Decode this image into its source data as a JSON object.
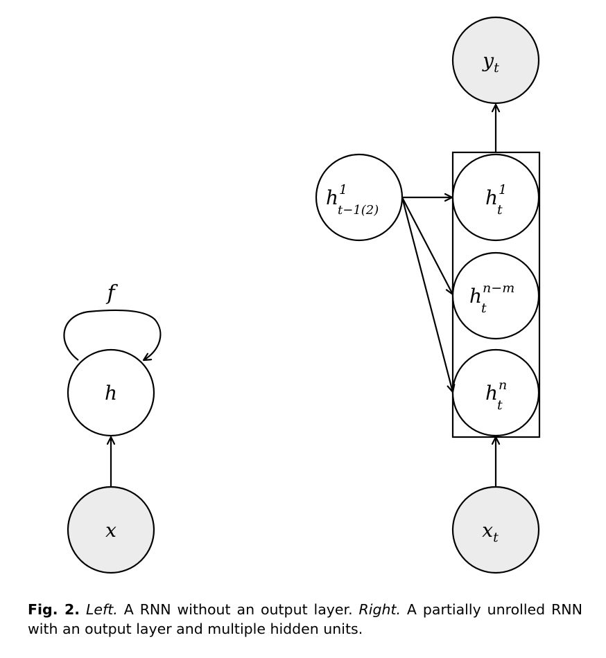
{
  "colors": {
    "input_output_fill": "#ececec",
    "hidden_fill": "#ffffff",
    "stroke": "#000000"
  },
  "left_diagram": {
    "recurrence_label": "f",
    "hidden_label": "h",
    "input_label": "x"
  },
  "right_diagram": {
    "output": {
      "base": "y",
      "sub": "t"
    },
    "previous_hidden": {
      "base": "h",
      "sup": "1",
      "sub": "t−1(2)"
    },
    "hidden_units": [
      {
        "base": "h",
        "sup": "1",
        "sub": "t"
      },
      {
        "base": "h",
        "sup": "n−m",
        "sub": "t"
      },
      {
        "base": "h",
        "sup": "n",
        "sub": "t"
      }
    ],
    "input": {
      "base": "x",
      "sub": "t"
    }
  },
  "caption": {
    "fig_label": "Fig. 2.",
    "left_label": "Left.",
    "left_text": " A RNN without an output layer. ",
    "right_label": "Right.",
    "right_text": " A partially unrolled RNN with an output layer and multiple hidden units."
  }
}
